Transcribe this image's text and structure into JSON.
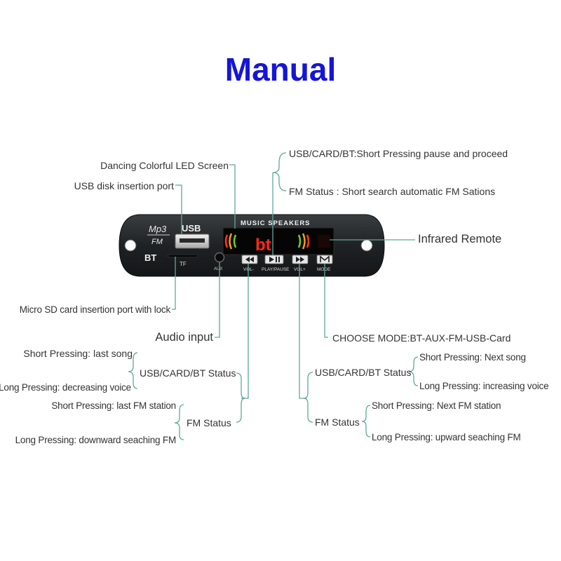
{
  "title": "Manual",
  "board": {
    "logo_top": "Mp3",
    "logo_bottom": "FM",
    "usb_label": "USB",
    "bt_label": "BT",
    "tf_label": "TF",
    "aux_label": "AUX",
    "brand_text": "MUSIC SPEAKERS",
    "display_text": "bt",
    "buttons": [
      "VOL-",
      "PLAY/PAUSE",
      "VOL+",
      "MODE"
    ]
  },
  "labels": {
    "led_screen": "Dancing Colorful LED Screen",
    "usb_port": "USB disk insertion port",
    "usb_card_bt_play": "USB/CARD/BT:Short Pressing pause and proceed",
    "fm_play": "FM Status : Short search automatic FM Sations",
    "infrared": "Infrared Remote",
    "micro_sd": "Micro SD card insertion port with lock",
    "audio_input": "Audio input",
    "choose_mode": "CHOOSE MODE:BT-AUX-FM-USB-Card",
    "left_short_song": "Short Pressing: last song",
    "left_long_voice": "Long Pressing: decreasing voice",
    "left_usb_status": "USB/CARD/BT Status",
    "left_short_fm": "Short Pressing: last FM station",
    "left_long_fm": "Long Pressing: downward seaching FM",
    "left_fm_status": "FM Status",
    "right_usb_status": "USB/CARD/BT Status",
    "right_short_song": "Short Pressing: Next song",
    "right_long_voice": "Long Pressing: increasing voice",
    "right_fm_status": "FM Status",
    "right_short_fm": "Short Pressing: Next FM station",
    "right_long_fm": "Long Pressing: upward seaching FM"
  },
  "colors": {
    "title": "#1515d8",
    "leader": "#5fa89a",
    "board": "#1f2224",
    "led_red": "#ff2a1a"
  }
}
